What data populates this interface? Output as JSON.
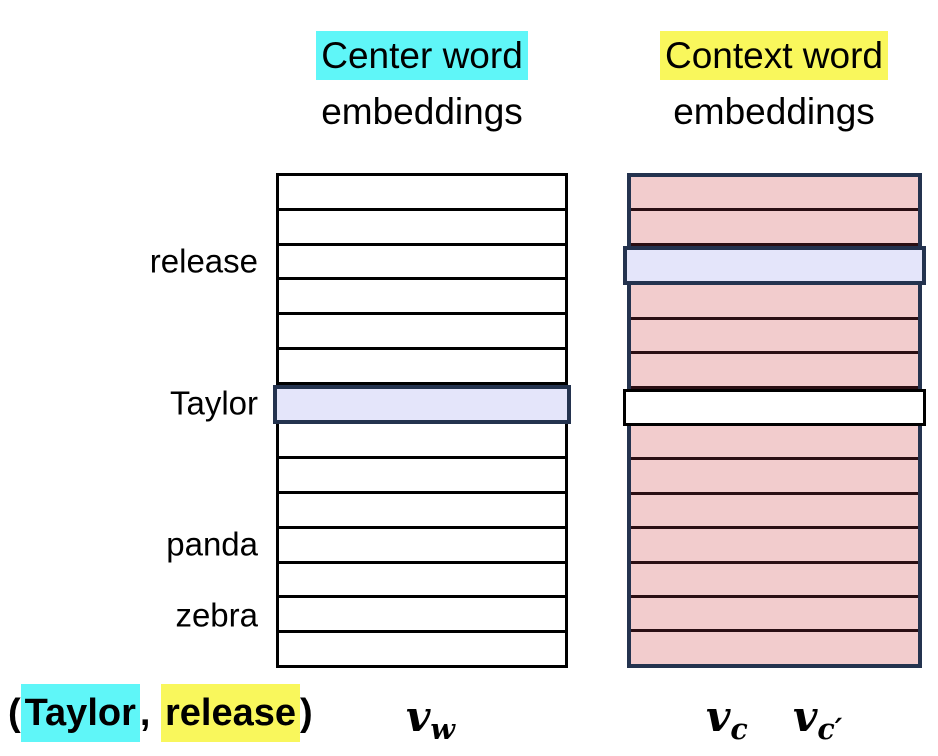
{
  "headers": {
    "center": {
      "line1": "Center word",
      "line2": "embeddings"
    },
    "context": {
      "line1": "Context word",
      "line2": "embeddings"
    }
  },
  "row_labels": [
    {
      "text": "release",
      "row": 3
    },
    {
      "text": "Taylor",
      "row": 7
    },
    {
      "text": "panda",
      "row": 11
    },
    {
      "text": "zebra",
      "row": 13
    }
  ],
  "matrices": {
    "center": {
      "rows": 14,
      "special": {
        "7": "selected"
      }
    },
    "context": {
      "rows": 14,
      "special": {
        "3": "selected",
        "7": "blank"
      }
    }
  },
  "footer": {
    "pair": {
      "open": "(",
      "center_word": "Taylor",
      "separator": ", ",
      "context_word": "release",
      "close": ")"
    },
    "center_vec": {
      "base": "v",
      "sub": "w"
    },
    "context_vec1": {
      "base": "v",
      "sub": "c"
    },
    "context_vec2": {
      "base": "v",
      "sub": "c′"
    }
  },
  "colors": {
    "highlight_cyan": "#5ff6f8",
    "highlight_yellow": "#f9f75c",
    "row_pink": "#f2cccd",
    "row_lavender": "#e4e5fa",
    "border_navy": "#24334f",
    "separator_maroon": "#2a0e13",
    "border_black": "#000000"
  }
}
